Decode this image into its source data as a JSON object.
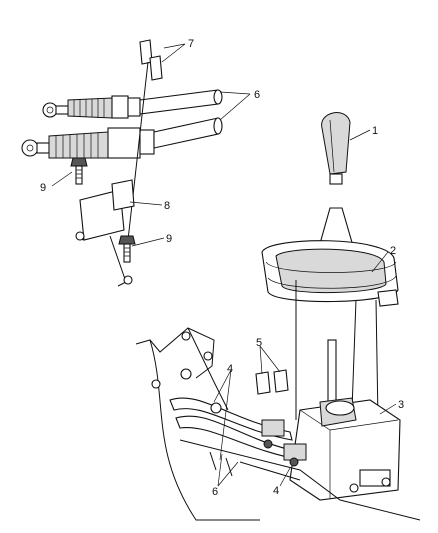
{
  "diagram": {
    "callouts": [
      {
        "id": "c1",
        "label": "1"
      },
      {
        "id": "c2",
        "label": "2"
      },
      {
        "id": "c3",
        "label": "3"
      },
      {
        "id": "c4a",
        "label": "4"
      },
      {
        "id": "c4b",
        "label": "4"
      },
      {
        "id": "c5",
        "label": "5"
      },
      {
        "id": "c6a",
        "label": "6"
      },
      {
        "id": "c6b",
        "label": "6"
      },
      {
        "id": "c7",
        "label": "7"
      },
      {
        "id": "c8",
        "label": "8"
      },
      {
        "id": "c9a",
        "label": "9"
      },
      {
        "id": "c9b",
        "label": "9"
      }
    ]
  }
}
